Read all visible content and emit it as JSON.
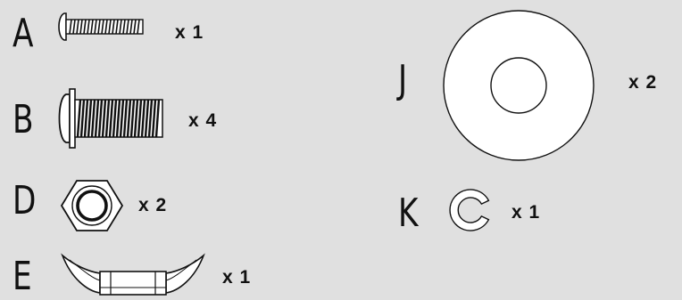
{
  "parts": [
    {
      "letter": "A",
      "qty": "x 1",
      "icon": "truss-head-screw-short"
    },
    {
      "letter": "B",
      "qty": "x 4",
      "icon": "button-head-screw"
    },
    {
      "letter": "D",
      "qty": "x 2",
      "icon": "hex-nut"
    },
    {
      "letter": "E",
      "qty": "x 1",
      "icon": "wing-nut"
    },
    {
      "letter": "J",
      "qty": "x 2",
      "icon": "flat-washer"
    },
    {
      "letter": "K",
      "qty": "x 1",
      "icon": "lock-washer"
    }
  ]
}
